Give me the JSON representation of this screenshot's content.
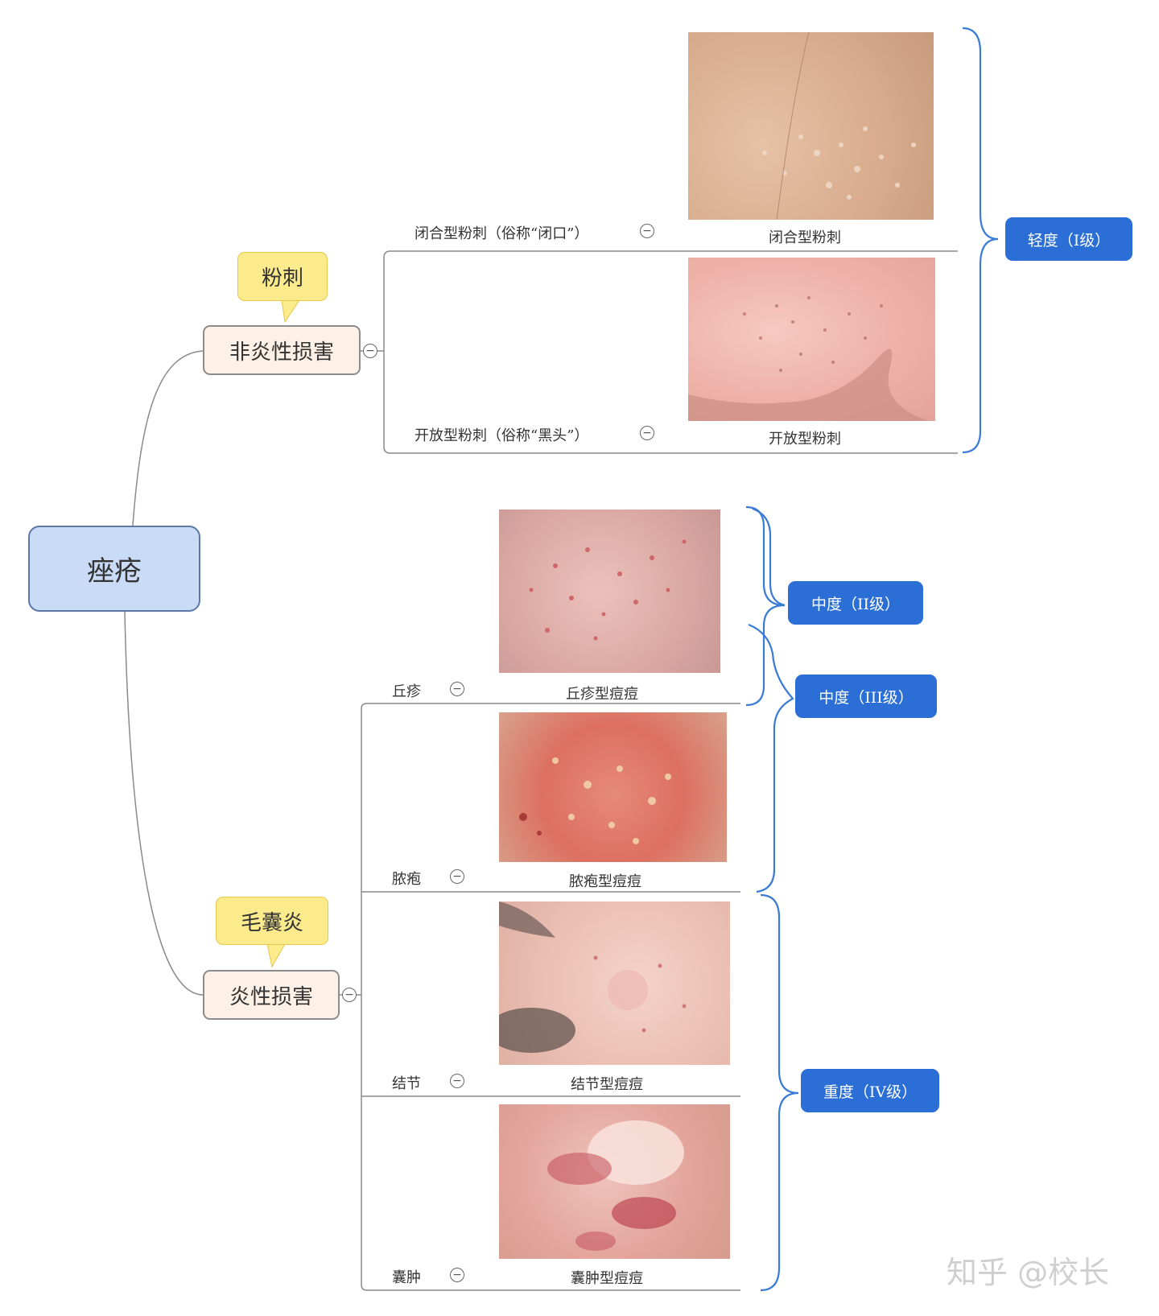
{
  "root": {
    "label": "痤疮"
  },
  "colors": {
    "badge": "#2b6fd6",
    "bracket": "#3a7bd5",
    "root_fill": "#c9dbf7",
    "note_fill": "#fbeb8c",
    "topic_fill": "#fdf0e6"
  },
  "non_inflammatory": {
    "label": "非炎性损害",
    "note": "粉刺",
    "children": [
      {
        "label": "闭合型粉刺（俗称“闭口”）",
        "caption": "闭合型粉刺",
        "photo": "skin-closed-comedones"
      },
      {
        "label": "开放型粉刺（俗称“黑头”）",
        "caption": "开放型粉刺",
        "photo": "nose-blackheads"
      }
    ]
  },
  "inflammatory": {
    "label": "炎性损害",
    "note": "毛囊炎",
    "children": [
      {
        "label": "丘疹",
        "caption": "丘疹型痘痘",
        "photo": "papule-acne"
      },
      {
        "label": "脓疱",
        "caption": "脓疱型痘痘",
        "photo": "pustule-acne"
      },
      {
        "label": "结节",
        "caption": "结节型痘痘",
        "photo": "nodule-acne"
      },
      {
        "label": "囊肿",
        "caption": "囊肿型痘痘",
        "photo": "cyst-acne"
      }
    ]
  },
  "grades": [
    {
      "label": "轻度（I级）"
    },
    {
      "label": "中度（II级）"
    },
    {
      "label": "中度（III级）"
    },
    {
      "label": "重度（IV级）"
    }
  ],
  "collapse_symbol": "−",
  "watermark": "知乎 @校长"
}
